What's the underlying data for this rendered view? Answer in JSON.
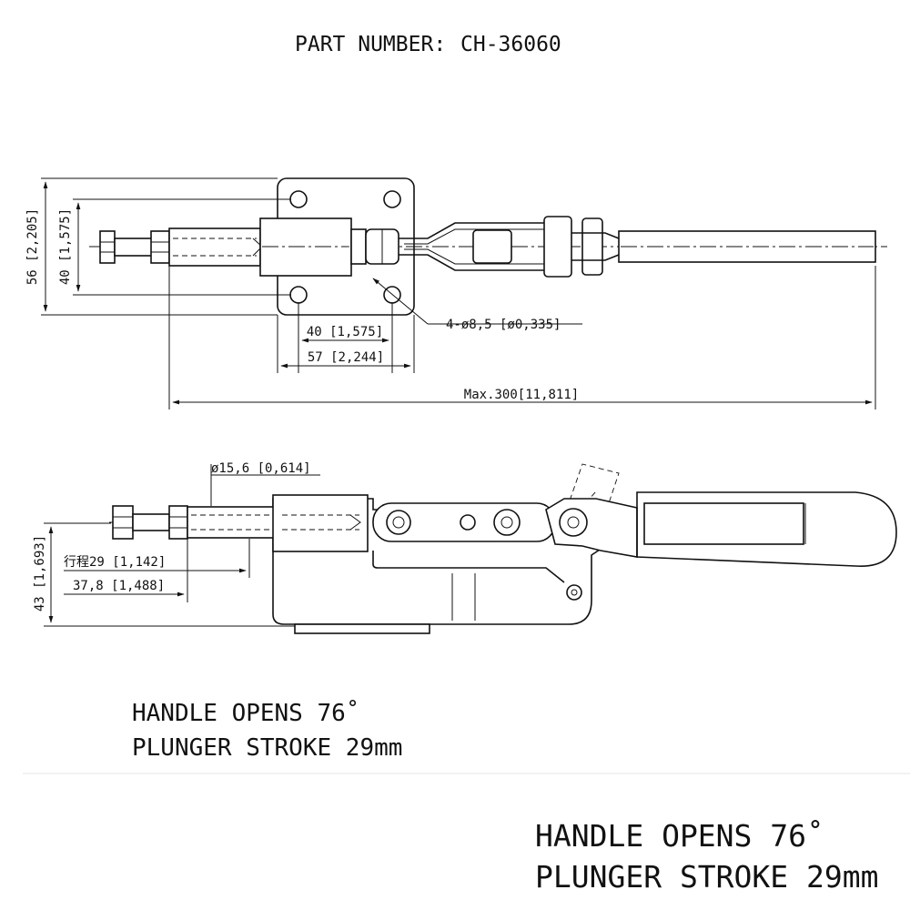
{
  "title": {
    "label": "PART NUMBER:",
    "value": "CH-36060"
  },
  "top_view": {
    "dim_total_height": "56 [2,205]",
    "dim_hole_height": "40 [1,575]",
    "dim_hole_spacing": "40 [1,575]",
    "dim_base_width": "57 [2,244]",
    "dim_holes": "4-ø8,5 [ø0,335]",
    "dim_max_length": "Max.300[11,811]"
  },
  "side_view": {
    "dim_diameter": "ø15,6 [0,614]",
    "dim_height": "43 [1,693]",
    "dim_stroke": "行程29 [1,142]",
    "dim_extension": "37,8 [1,488]"
  },
  "notes_inline": {
    "line1": "HANDLE OPENS 76˚",
    "line2": "PLUNGER STROKE 29mm"
  },
  "notes_footer": {
    "line1": "HANDLE OPENS 76˚",
    "line2": "PLUNGER STROKE 29mm"
  }
}
